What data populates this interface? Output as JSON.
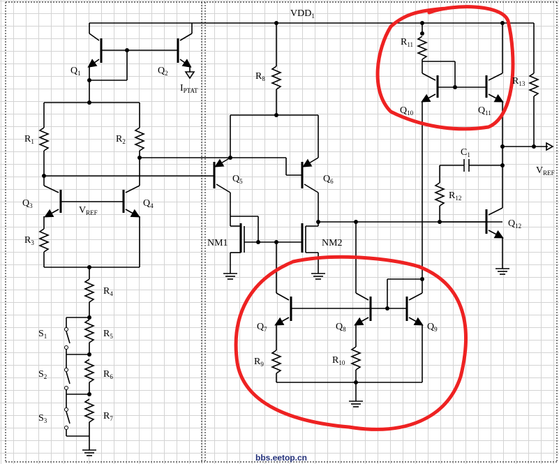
{
  "supply_label": "VDD",
  "supply_sub": "1",
  "iptat_label": "I",
  "iptat_sub": "PTAT",
  "vref_inner_label": "V",
  "vref_inner_sub": "REF",
  "vref_out_label": "V",
  "vref_out_sub": "REF",
  "nm1_label": "NM1",
  "nm2_label": "NM2",
  "watermark": "bbs.eetop.cn",
  "transistors": {
    "q1": "Q",
    "q1s": "1",
    "q2": "Q",
    "q2s": "2",
    "q3": "Q",
    "q3s": "3",
    "q4": "Q",
    "q4s": "4",
    "q5": "Q",
    "q5s": "5",
    "q6": "Q",
    "q6s": "6",
    "q7": "Q",
    "q7s": "7",
    "q8": "Q",
    "q8s": "8",
    "q9": "Q",
    "q9s": "9",
    "q10": "Q",
    "q10s": "10",
    "q11": "Q",
    "q11s": "11",
    "q12": "Q",
    "q12s": "12"
  },
  "resistors": {
    "r1": "R",
    "r1s": "1",
    "r2": "R",
    "r2s": "2",
    "r3": "R",
    "r3s": "3",
    "r4": "R",
    "r4s": "4",
    "r5": "R",
    "r5s": "5",
    "r6": "R",
    "r6s": "6",
    "r7": "R",
    "r7s": "7",
    "r8": "R",
    "r8s": "8",
    "r9": "R",
    "r9s": "9",
    "r10": "R",
    "r10s": "10",
    "r11": "R",
    "r11s": "11",
    "r12": "R",
    "r12s": "12",
    "r13": "R",
    "r13s": "13"
  },
  "switches": {
    "s1": "S",
    "s1s": "1",
    "s2": "S",
    "s2s": "2",
    "s3": "S",
    "s3s": "3"
  },
  "capacitor": {
    "c1": "C",
    "c1s": "1"
  },
  "colors": {
    "wire": "#000000",
    "highlight": "#ee2222",
    "grid": "#d3d3d3",
    "watermark": "#22307a"
  }
}
